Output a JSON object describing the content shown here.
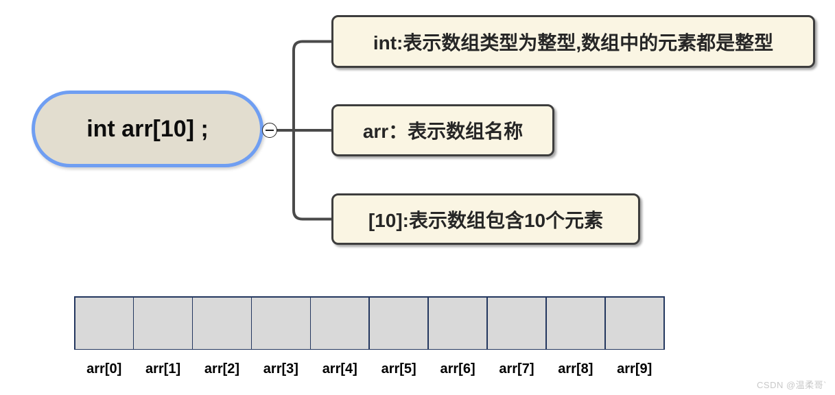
{
  "colors": {
    "root_fill": "#e2ddcf",
    "root_border": "#6f9ef2",
    "branch_fill": "#faf5e3",
    "branch_border": "#3d3d3d",
    "connector_line": "#4a4a4a",
    "cell_fill": "#d9d9d9",
    "cell_border": "#22365e",
    "watermark": "#c8c8c8"
  },
  "mindmap": {
    "root": {
      "label": "int arr[10] ;"
    },
    "collapse_icon": "minus-circle",
    "branches": [
      {
        "label": "int:表示数组类型为整型,数组中的元素都是整型"
      },
      {
        "label": "arr：表示数组名称"
      },
      {
        "label": "[10]:表示数组包含10个元素"
      }
    ]
  },
  "array": {
    "cell_count": 10,
    "labels": [
      "arr[0]",
      "arr[1]",
      "arr[2]",
      "arr[3]",
      "arr[4]",
      "arr[5]",
      "arr[6]",
      "arr[7]",
      "arr[8]",
      "arr[9]"
    ]
  },
  "watermark": "CSDN @温柔哥`"
}
